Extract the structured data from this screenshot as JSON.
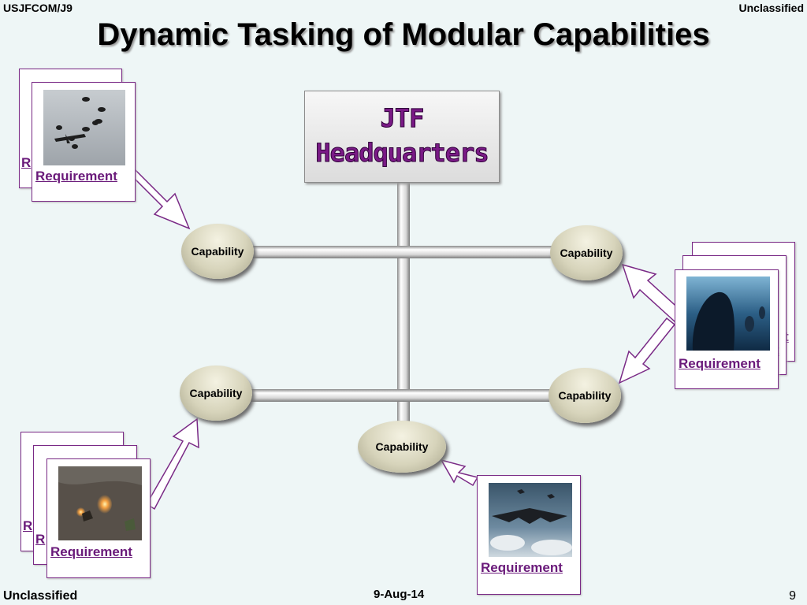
{
  "header": {
    "org": "USJFCOM/J9",
    "classification": "Unclassified"
  },
  "title": "Dynamic Tasking of Modular Capabilities",
  "hq": {
    "line1": "JTF",
    "line2": "Headquarters"
  },
  "capabilities": {
    "top_left": "Capability",
    "top_right": "Capability",
    "mid_left": "Capability",
    "mid_right": "Capability",
    "bottom": "Capability"
  },
  "requirements": {
    "top_left_back": "R",
    "top_left_front": "Requirement",
    "right_back1": "t",
    "right_back2": "t",
    "right_front": "Requirement",
    "bottom_left_back1": "R",
    "bottom_left_back2": "R",
    "bottom_left_front": "Requirement",
    "bottom_right": "Requirement"
  },
  "footer": {
    "classification": "Unclassified",
    "date": "9-Aug-14",
    "page": "9"
  },
  "colors": {
    "accent": "#7a1a86",
    "background": "#eef6f6"
  },
  "icons": [
    "paratroopers-photo",
    "submarine-photo",
    "soldiers-firing-photo",
    "stealth-bomber-photo"
  ]
}
